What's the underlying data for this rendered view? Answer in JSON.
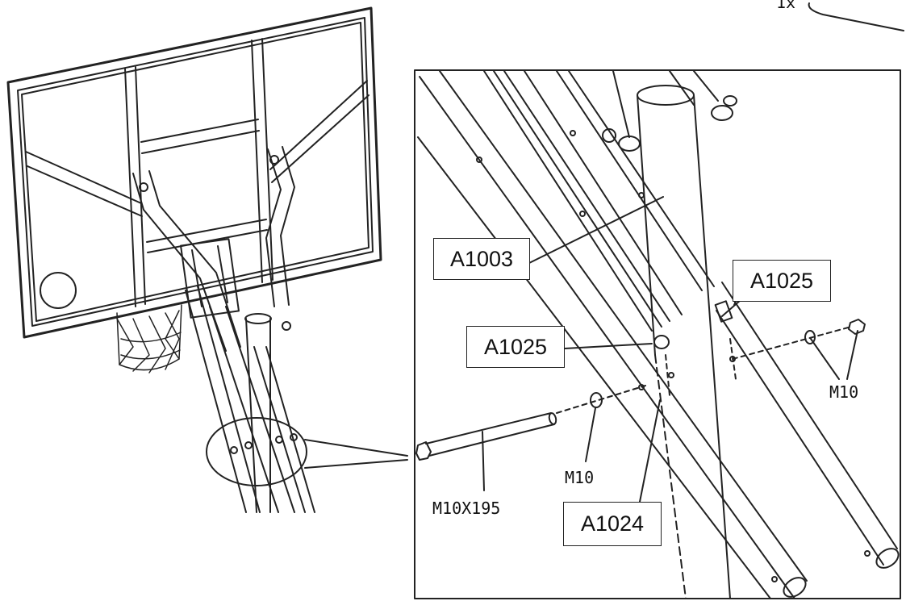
{
  "header": {
    "quantity_note": "1x"
  },
  "callouts": {
    "part_a1003": "A1003",
    "part_a1025_left": "A1025",
    "part_a1025_right": "A1025",
    "part_a1024": "A1024",
    "bolt": "M10X195",
    "washer_left": "M10",
    "nut_right": "M10"
  },
  "colors": {
    "line": "#222222",
    "background": "#ffffff"
  }
}
